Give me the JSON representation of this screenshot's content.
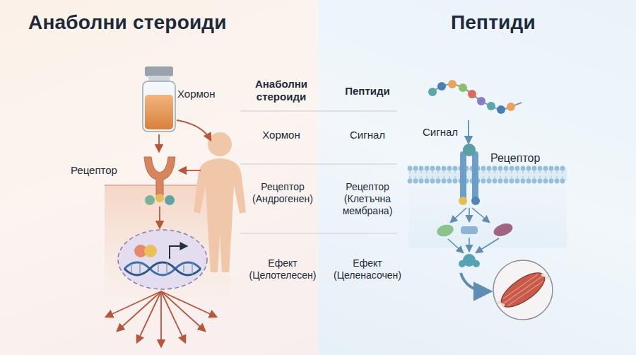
{
  "diagram": {
    "nodes": [
      {
        "text": [
          "Анаболни стероиди"
        ]
      },
      {
        "text": [
          "Пептиди"
        ]
      }
    ],
    "labels": [
      "Хормон",
      "Рецептор",
      "Анаболни стероиди",
      "Пептиди",
      "Хормон",
      "Сигнал",
      "Рецептор (Андрогенен)",
      "Рецептор (Клетъчна мембрана)",
      "Ефект (Целотелесен)",
      "Ефект (Целенасочен)",
      "Сигнал",
      "Рецептор"
    ]
  }
}
